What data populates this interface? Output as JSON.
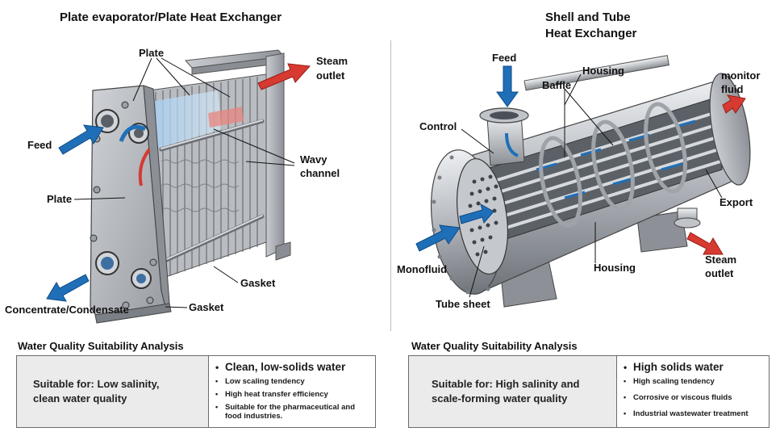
{
  "titles": {
    "left": "Plate evaporator/Plate Heat Exchanger",
    "right_line1": "Shell and Tube",
    "right_line2": "Heat Exchanger"
  },
  "plate_labels": {
    "plate_top": "Plate",
    "steam_outlet_1": "Steam",
    "steam_outlet_2": "outlet",
    "feed": "Feed",
    "wavy_1": "Wavy",
    "wavy_2": "channel",
    "plate_side": "Plate",
    "gasket_1": "Gasket",
    "gasket_2": "Gasket",
    "concentrate": "Concentrate/Condensate"
  },
  "shell_labels": {
    "feed": "Feed",
    "housing_top": "Housing",
    "baffle": "Baffle",
    "monitor_1": "monitor",
    "monitor_2": "fluid",
    "control": "Control",
    "export": "Export",
    "monofluid": "Monofluid",
    "housing_bottom": "Housing",
    "steam_1": "Steam",
    "steam_2": "outlet",
    "tube_sheet": "Tube sheet"
  },
  "analysis_left": {
    "title": "Water Quality Suitability Analysis",
    "suitable_line1": "Suitable for: Low salinity,",
    "suitable_line2": "clean water quality",
    "heading": "Clean, low-solids water",
    "items": [
      "Low scaling tendency",
      "High heat transfer efficiency",
      "Suitable for the pharmaceutical and food industries."
    ]
  },
  "analysis_right": {
    "title": "Water Quality Suitability Analysis",
    "suitable_line1": "Suitable for: High salinity and",
    "suitable_line2": "scale-forming water quality",
    "heading": "High solids water",
    "items": [
      "High scaling tendency",
      "Corrosive or viscous fluids",
      "Industrial wastewater treatment"
    ]
  },
  "colors": {
    "blue_arrow": "#1f6fb8",
    "red_arrow": "#d63a31",
    "panel_grey": "#ebebeb",
    "metal": "#a9adb3"
  },
  "icons": {
    "bullet": "bullet-icon",
    "heading_bullet": "bullet-icon"
  }
}
